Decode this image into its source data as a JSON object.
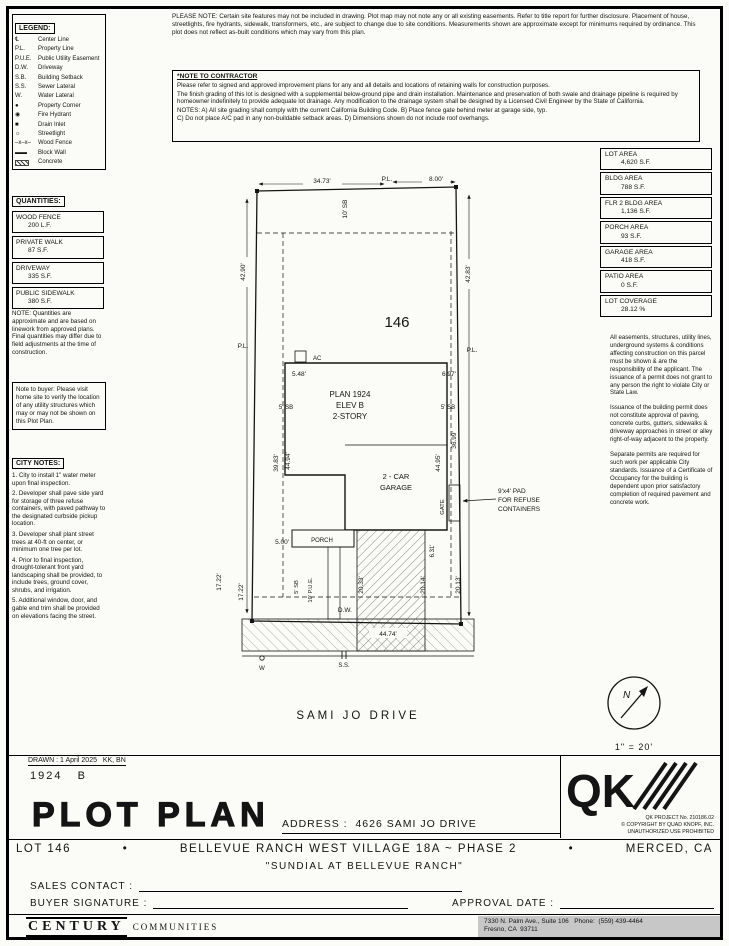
{
  "legend": {
    "title": "LEGEND:",
    "items": [
      {
        "symbol": "℄",
        "label": "Center Line"
      },
      {
        "symbol": "P.L.",
        "label": "Property Line"
      },
      {
        "symbol": "P.U.E.",
        "label": "Public Utility Easement"
      },
      {
        "symbol": "D.W.",
        "label": "Driveway"
      },
      {
        "symbol": "S.B.",
        "label": "Building Setback"
      },
      {
        "symbol": "S.S.",
        "label": "Sewer Lateral"
      },
      {
        "symbol": "W.",
        "label": "Water Lateral"
      },
      {
        "symbol": "●",
        "label": "Property Corner"
      },
      {
        "symbol": "◉",
        "label": "Fire Hydrant"
      },
      {
        "symbol": "■",
        "label": "Drain Inlet"
      },
      {
        "symbol": "☼",
        "label": "Streetlight"
      },
      {
        "symbol": "–x–x–",
        "label": "Wood Fence"
      },
      {
        "symbol": "▬▬",
        "label": "Block Wall"
      },
      {
        "symbol": "",
        "label": "Concrete"
      }
    ]
  },
  "please_note": "PLEASE NOTE:  Certain site features may not be included in drawing. Plot map may not note any or all existing easements. Refer to title report for further disclosure. Placement of house, streetlights, fire hydrants, sidewalk, transformers, etc., are subject to change due to site conditions. Measurements shown are approximate except for minimums required by ordinance. This plot does not reflect as-built conditions which may vary from this plan.",
  "contractor_note": {
    "title": "*NOTE TO CONTRACTOR",
    "lines": [
      "Please refer to signed and approved improvement plans for any and all details and locations of retaining walls for construction purposes.",
      "The finish grading of this lot is designed with a supplemental below-ground pipe and drain installation. Maintenance and preservation of both swale and drainage pipeline is required by homeowner indefinitely to provide adequate lot drainage. Any modification to the drainage system shall be designed by a Licensed Civil Engineer by the State of California.",
      "NOTES:  A) All site grading shall comply with the current California Building Code.  B) Place fence gate behind meter at garage side, typ.",
      "C) Do not place A/C pad in any non-buildable setback areas.  D) Dimensions shown do not include roof overhangs."
    ]
  },
  "quantities": {
    "title": "QUANTITIES:",
    "items": [
      {
        "label": "WOOD FENCE",
        "value": "200 L.F."
      },
      {
        "label": "PRIVATE WALK",
        "value": "87 S.F."
      },
      {
        "label": "DRIVEWAY",
        "value": "335 S.F."
      },
      {
        "label": "PUBLIC SIDEWALK",
        "value": "380 S.F."
      }
    ],
    "note": "NOTE: Quantities are approximate and are based on linework from approved plans. Final quantities may differ due to field adjustments at the time of construction."
  },
  "buyer_note": "Note to buyer: Please visit home site to verify the location of any utility structures which may or may not be shown on this Plot Plan.",
  "city_notes": {
    "title": "CITY NOTES:",
    "items": [
      "1. City to install 1\" water meter upon final inspection.",
      "2. Developer shall pave side yard for storage of three refuse containers, with paved pathway to the designated curbside pickup location.",
      "3. Developer shall plant street trees at 40-ft on center, or minimum one tree per lot.",
      "4. Prior to final inspection, drought-tolerant front yard landscaping shall be provided, to include trees, ground cover, shrubs, and irrigation.",
      "5. Additional window, door, and gable end trim shall be provided on elevations facing the street."
    ]
  },
  "areas": [
    {
      "label": "LOT AREA",
      "value": "4,620 S.F."
    },
    {
      "label": "BLDG AREA",
      "value": "788 S.F."
    },
    {
      "label": "FLR 2 BLDG AREA",
      "value": "1,136 S.F."
    },
    {
      "label": "PORCH AREA",
      "value": "93 S.F."
    },
    {
      "label": "GARAGE AREA",
      "value": "418 S.F."
    },
    {
      "label": "PATIO AREA",
      "value": "0 S.F."
    },
    {
      "label": "LOT COVERAGE",
      "value": "28.12 %"
    }
  ],
  "legal": {
    "p1": "All easements, structures, utility lines, underground systems & conditions affecting construction on this parcel must be shown & are the responsibility of the applicant. The issuance of a permit does not grant to any person the right to violate City or State Law.",
    "p2": "Issuance of the building permit does not constitute approval of paving, concrete curbs, gutters, sidewalks & driveway approaches in street or alley right-of-way adjacent to the property.",
    "p3": "Separate permits are required for such work per applicable City standards. Issuance of a Certificate of Occupancy for the building is dependent upon prior satisfactory completion of required pavement and concrete work."
  },
  "plot": {
    "lot_number": "146",
    "street_name": "SAMI JO DRIVE",
    "plan_line1": "PLAN 1924",
    "plan_line2": "ELEV B",
    "plan_line3": "2-STORY",
    "garage_line1": "2 - CAR",
    "garage_line2": "GARAGE",
    "porch_label": "PORCH",
    "ac_label": "AC",
    "gate_label": "GATE",
    "dw_label": "D.W.",
    "ss_label": "S.S.",
    "w_label": "W",
    "pad_line1": "9'x4' PAD",
    "pad_line2": "FOR REFUSE",
    "pad_line3": "CONTAINERS",
    "pl": "P.L.",
    "scale": "1\" = 20'",
    "north": "N",
    "dims": {
      "top_left": "34.73'",
      "top_right": "8.00'",
      "front_sb": "10' SB",
      "left_depth": "42.90'",
      "right_depth": "42.83'",
      "d5_48": "5.48'",
      "d6_97": "6.97'",
      "sb5": "5' SB",
      "d39_83": "39.83'",
      "d44_94": "44.94'",
      "d44_95": "44.95'",
      "d36_99": "36.99'",
      "d5_00": "5.00'",
      "d6_31": "6.31'",
      "d17_22": "17.22'",
      "pue10": "10' P.U.E.",
      "d20_33": "20.33'",
      "d20_14": "20.14'",
      "d20_13": "20.13'",
      "bottom_width": "44.74'"
    }
  },
  "title_block": {
    "drawn": "DRAWN : 1 April 2025   KK, BN",
    "plan_number": "1924   B",
    "title": "PLOT PLAN",
    "address_label": "ADDRESS :",
    "address": "4626 SAMI JO DRIVE"
  },
  "qk": {
    "logo": "QK",
    "project": "QK PROJECT No. 210186.02",
    "copyright": "© COPYRIGHT BY QUAD KNOPF, INC.",
    "rights": "UNAUTHORIZED USE PROHIBITED"
  },
  "footer": {
    "lot": "LOT 146",
    "bullet": "•",
    "tract": "BELLEVUE RANCH WEST VILLAGE 18A ~ PHASE 2",
    "city": "MERCED, CA",
    "subdivision": "\"SUNDIAL AT BELLEVUE RANCH\"",
    "sales_contact": "SALES CONTACT :",
    "buyer_signature": "BUYER SIGNATURE :",
    "approval_date": "APPROVAL DATE :",
    "brand": "CENTURY",
    "brand_suffix": "COMMUNITIES",
    "brand_addr1": "7330 N. Palm Ave., Suite 106   Phone:  (559) 439-4464",
    "brand_addr2": "Fresno, CA  93711"
  }
}
